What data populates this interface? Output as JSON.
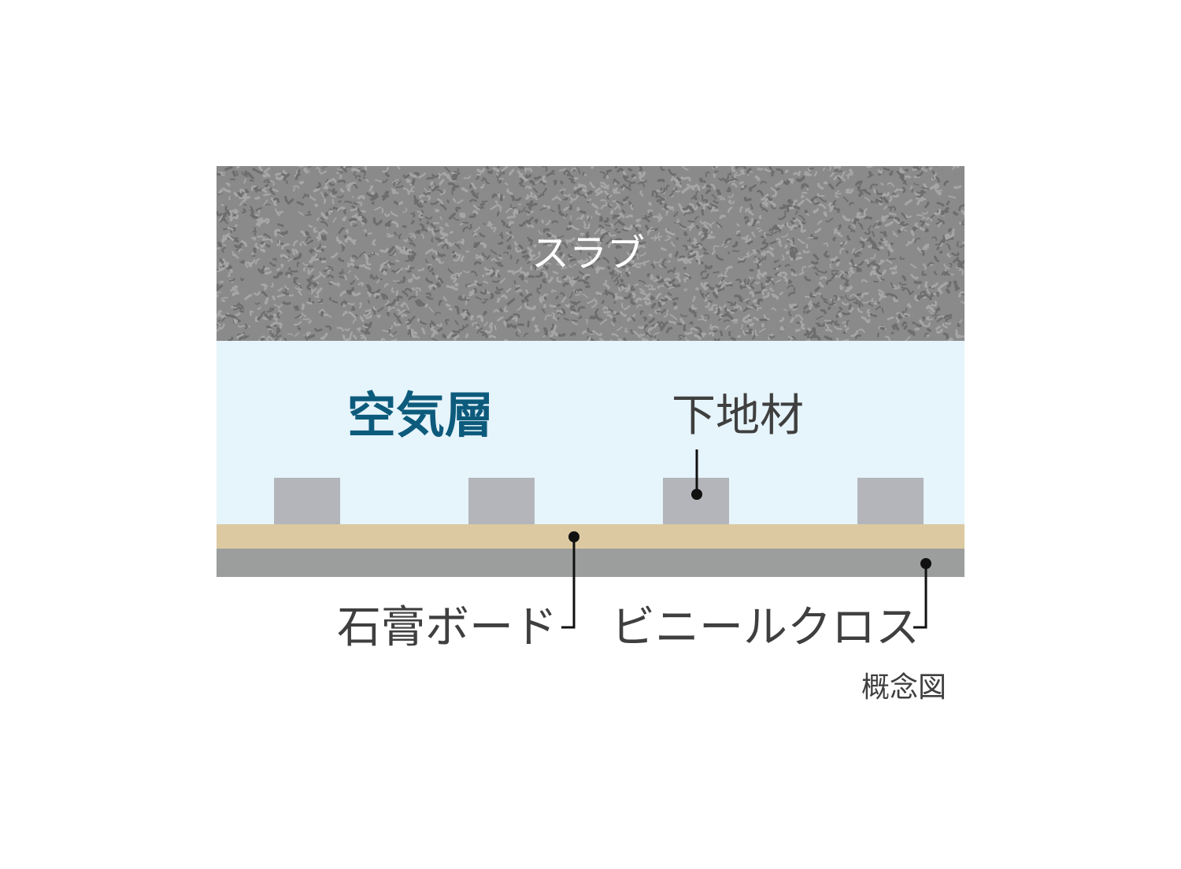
{
  "labels": {
    "slab": "スラブ",
    "air_layer": "空気層",
    "stud": "下地材",
    "gypsum_board": "石膏ボード",
    "vinyl_cloth": "ビニールクロス",
    "caption": "概念図"
  },
  "colors": {
    "slab_base": "#8a8a8a",
    "slab_light": "#a6a6a6",
    "slab_dark": "#6d6d6d",
    "air_layer": "#e6f4fb",
    "air_layer_text": "#0d5b7c",
    "stud": "#b4b5ba",
    "gypsum_board": "#dcc9a2",
    "vinyl_cloth": "#9c9d9d",
    "leader": "#111111",
    "text": "#3f3f3f"
  }
}
